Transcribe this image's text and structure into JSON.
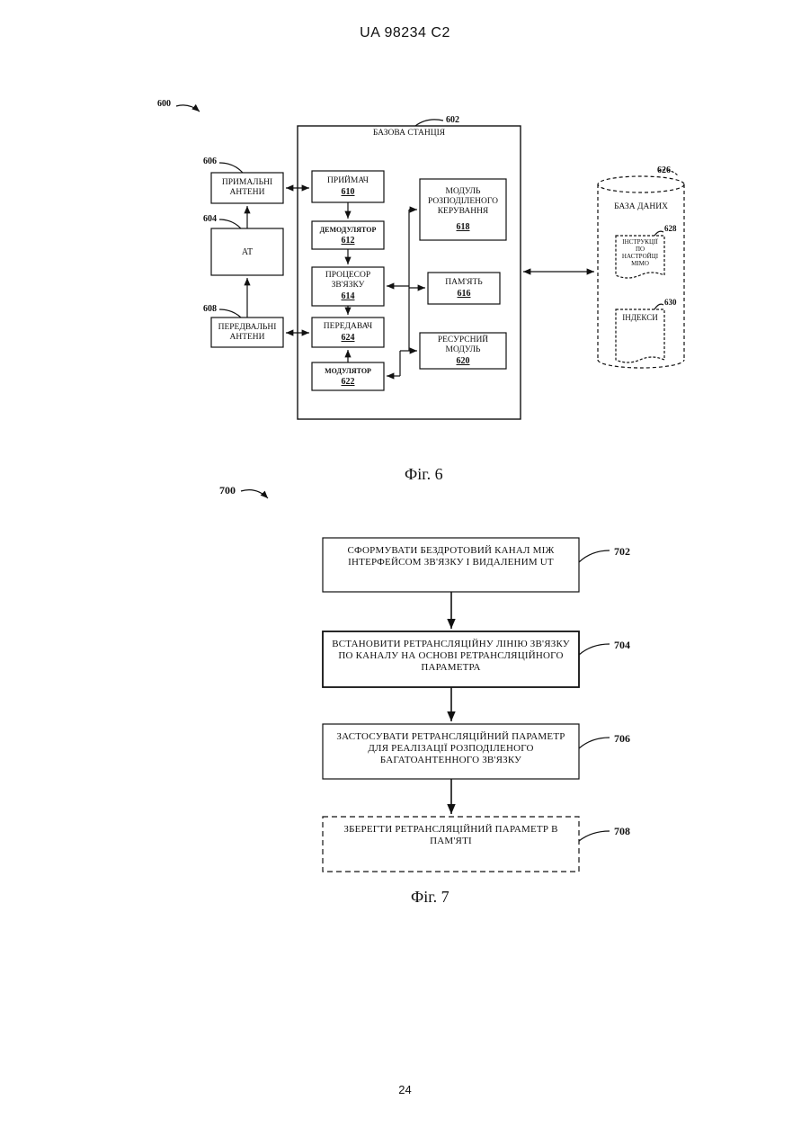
{
  "page_header": "UA   98234   C2",
  "page_number": "24",
  "fig6": {
    "ref_main": "600",
    "base_station": {
      "ref": "602",
      "title": "БАЗОВА СТАНЦІЯ"
    },
    "rx_antennas": {
      "ref": "606",
      "line1": "ПРИМАЛЬНІ",
      "line2": "АНТЕНИ"
    },
    "at": {
      "ref": "604",
      "label": "AT"
    },
    "tx_antennas": {
      "ref": "608",
      "line1": "ПЕРЕДВАЛЬНІ",
      "line2": "АНТЕНИ"
    },
    "receiver": {
      "label": "ПРИЙМАЧ",
      "num": "610"
    },
    "demodulator": {
      "label": "ДЕМОДУЛЯТОР",
      "num": "612"
    },
    "processor": {
      "line1": "ПРОЦЕСОР",
      "line2": "ЗВ'ЯЗКУ",
      "num": "614"
    },
    "transmitter": {
      "label": "ПЕРЕДАВАЧ",
      "num": "624"
    },
    "modulator": {
      "label": "МОДУЛЯТОР",
      "num": "622"
    },
    "dist_control": {
      "line1": "МОДУЛЬ",
      "line2": "РОЗПОДІЛЕНОГО",
      "line3": "КЕРУВАННЯ",
      "num": "618"
    },
    "memory": {
      "label": "ПАМ'ЯТЬ",
      "num": "616"
    },
    "resource": {
      "line1": "РЕСУРСНИЙ",
      "line2": "МОДУЛЬ",
      "num": "620"
    },
    "database": {
      "ref": "626",
      "title": "БАЗА ДАНИХ",
      "instr_ref": "628",
      "instr_line1": "ІНСТРУКЦІЇ",
      "instr_line2": "ПО",
      "instr_line3": "НАСТРОЙЦІ",
      "instr_line4": "MIMO",
      "index_ref": "630",
      "index_label": "ІНДЕКСИ"
    },
    "caption": "Фіг. 6"
  },
  "fig7": {
    "ref_main": "700",
    "steps": [
      {
        "ref": "702",
        "line1": "СФОРМУВАТИ БЕЗДРОТОВИЙ КАНАЛ МІЖ",
        "line2": "ІНТЕРФЕЙСОМ ЗВ'ЯЗКУ І ВИДАЛЕНИМ UT",
        "line3": ""
      },
      {
        "ref": "704",
        "line1": "ВСТАНОВИТИ РЕТРАНСЛЯЦІЙНУ ЛІНІЮ ЗВ'ЯЗКУ",
        "line2": "ПО КАНАЛУ НА ОСНОВІ РЕТРАНСЛЯЦІЙНОГО",
        "line3": "ПАРАМЕТРА"
      },
      {
        "ref": "706",
        "line1": "ЗАСТОСУВАТИ РЕТРАНСЛЯЦІЙНИЙ ПАРАМЕТР",
        "line2": "ДЛЯ РЕАЛІЗАЦІЇ РОЗПОДІЛЕНОГО",
        "line3": "БАГАТОАНТЕННОГО ЗВ'ЯЗКУ"
      },
      {
        "ref": "708",
        "line1": "ЗБЕРЕГТИ РЕТРАНСЛЯЦІЙНИЙ ПАРАМЕТР В",
        "line2": "ПАМ'ЯТІ",
        "line3": ""
      }
    ],
    "caption": "Фіг. 7"
  }
}
